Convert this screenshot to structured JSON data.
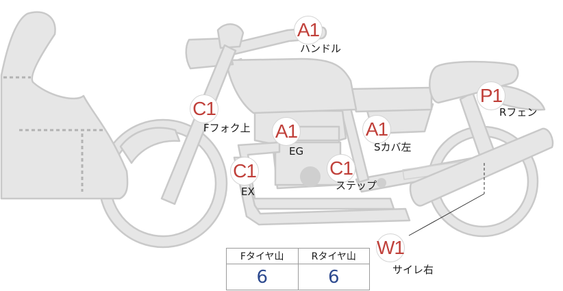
{
  "parts": [
    {
      "code": "A1",
      "label": "ハンドル"
    },
    {
      "code": "C1",
      "label": "Fフォク上"
    },
    {
      "code": "A1",
      "label": "EG"
    },
    {
      "code": "A1",
      "label": "Sカバ左"
    },
    {
      "code": "P1",
      "label": "Rフェン"
    },
    {
      "code": "C1",
      "label": "EX"
    },
    {
      "code": "C1",
      "label": "ステップ"
    },
    {
      "code": "W1",
      "label": "サイレ右"
    }
  ],
  "tire_table": {
    "front_header": "Fタイヤ山",
    "rear_header": "Rタイヤ山",
    "front_value": "6",
    "rear_value": "6"
  },
  "colors": {
    "body_fill": "#e6e6e6",
    "body_stroke": "#c9c9c9",
    "marker_text": "#c0403a",
    "value_text": "#2d4a8f",
    "fairing_dash": "#b3b3b3"
  }
}
